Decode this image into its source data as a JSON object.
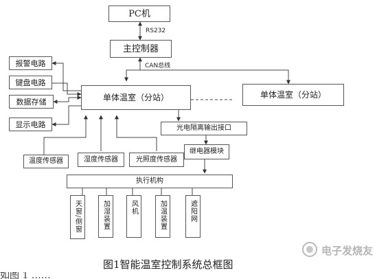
{
  "nodes": {
    "pc": "PC机",
    "main_controller": "主控制器",
    "greenhouse_main": "单体温室（分站）",
    "greenhouse_other": "单体温室（分站）",
    "alarm": "报警电路",
    "keyboard": "键盘电路",
    "data_storage": "数据存储",
    "display": "显示电路",
    "optoisolation": "光电隔离输出接口",
    "relay": "继电器模块",
    "temp_sensor": "温度传感器",
    "humidity_sensor": "湿度传感器",
    "light_sensor": "光照度传感器",
    "actuator": "执行机构",
    "skylight": "天窗/侧窗",
    "humidifier": "加湿装置",
    "fan": "风机",
    "heater": "加温装置",
    "shade": "遮阳网"
  },
  "links": {
    "rs232": "RS232",
    "can": "CAN总线"
  },
  "caption": "图1智能温室控制系统总框图",
  "watermark": "电子发烧友",
  "cut_text": "如图 1 ……"
}
